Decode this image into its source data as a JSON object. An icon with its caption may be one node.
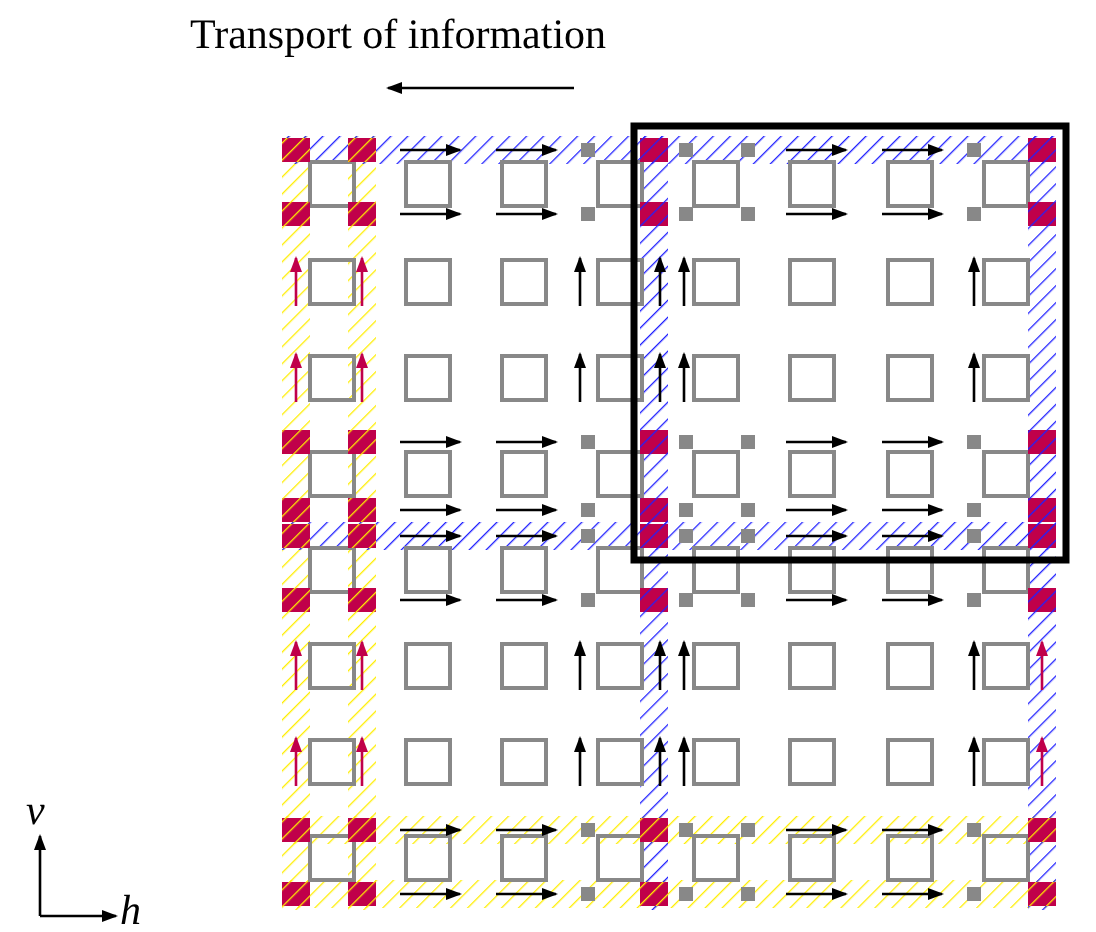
{
  "diagram": {
    "title": "Transport of information",
    "labels": [
      "v",
      "h"
    ]
  }
}
